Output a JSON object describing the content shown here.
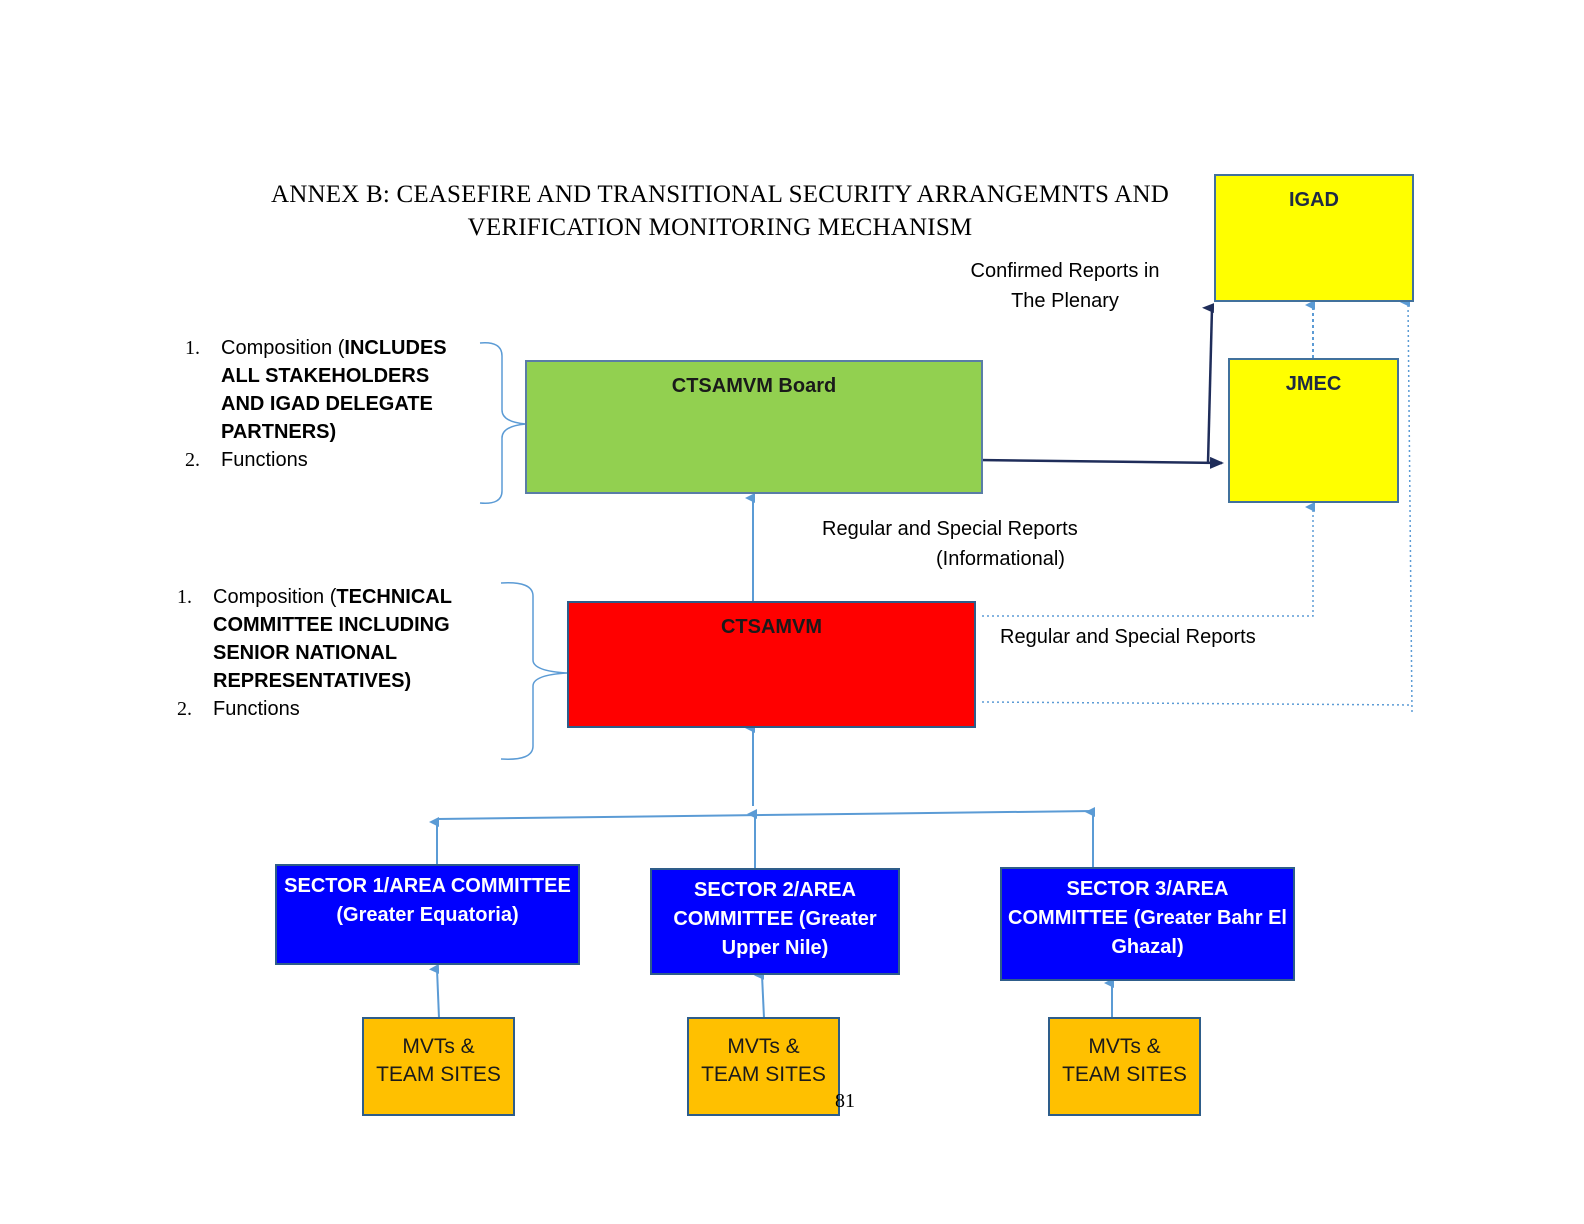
{
  "title": {
    "line1": "ANNEX B: CEASEFIRE AND TRANSITIONAL SECURITY ARRANGEMNTS AND",
    "line2": "VERIFICATION MONITORING MECHANISM"
  },
  "nodes": {
    "igad": "IGAD",
    "jmec": "JMEC",
    "board": "CTSAMVM Board",
    "ctsamvm": "CTSAMVM",
    "sector1": "SECTOR 1/AREA COMMITTEE (Greater Equatoria)",
    "sector2": "SECTOR 2/AREA COMMITTEE (Greater Upper Nile)",
    "sector3": "SECTOR 3/AREA COMMITTEE (Greater Bahr El Ghazal)",
    "mvt_line1": "MVTs &",
    "mvt_line2": "TEAM SITES"
  },
  "edge_labels": {
    "confirmed_line1": "Confirmed Reports in",
    "confirmed_line2": "The Plenary",
    "regular_special_line1": "Regular and Special Reports",
    "regular_special_line2": "(Informational)",
    "regular_special_2": "Regular and Special Reports"
  },
  "board_notes": {
    "item1_num": "1.",
    "item1_text": "Composition (",
    "item1_bold": "INCLUDES ALL STAKEHOLDERS AND IGAD DELEGATE PARTNERS)",
    "item2_num": "2.",
    "item2_text": "Functions"
  },
  "ctsamvm_notes": {
    "item1_num": "1.",
    "item1_text": "Composition (",
    "item1_bold": "TECHNICAL COMMITTEE INCLUDING SENIOR NATIONAL REPRESENTATIVES)",
    "item2_num": "2.",
    "item2_text": "Functions"
  },
  "page_number": "81",
  "colors": {
    "yellow": "#ffff00",
    "green": "#92d050",
    "red": "#ff0000",
    "blue": "#0000ff",
    "orange": "#ffc000",
    "connector": "#5b9bd5",
    "dark_connector": "#1f2d5a"
  }
}
